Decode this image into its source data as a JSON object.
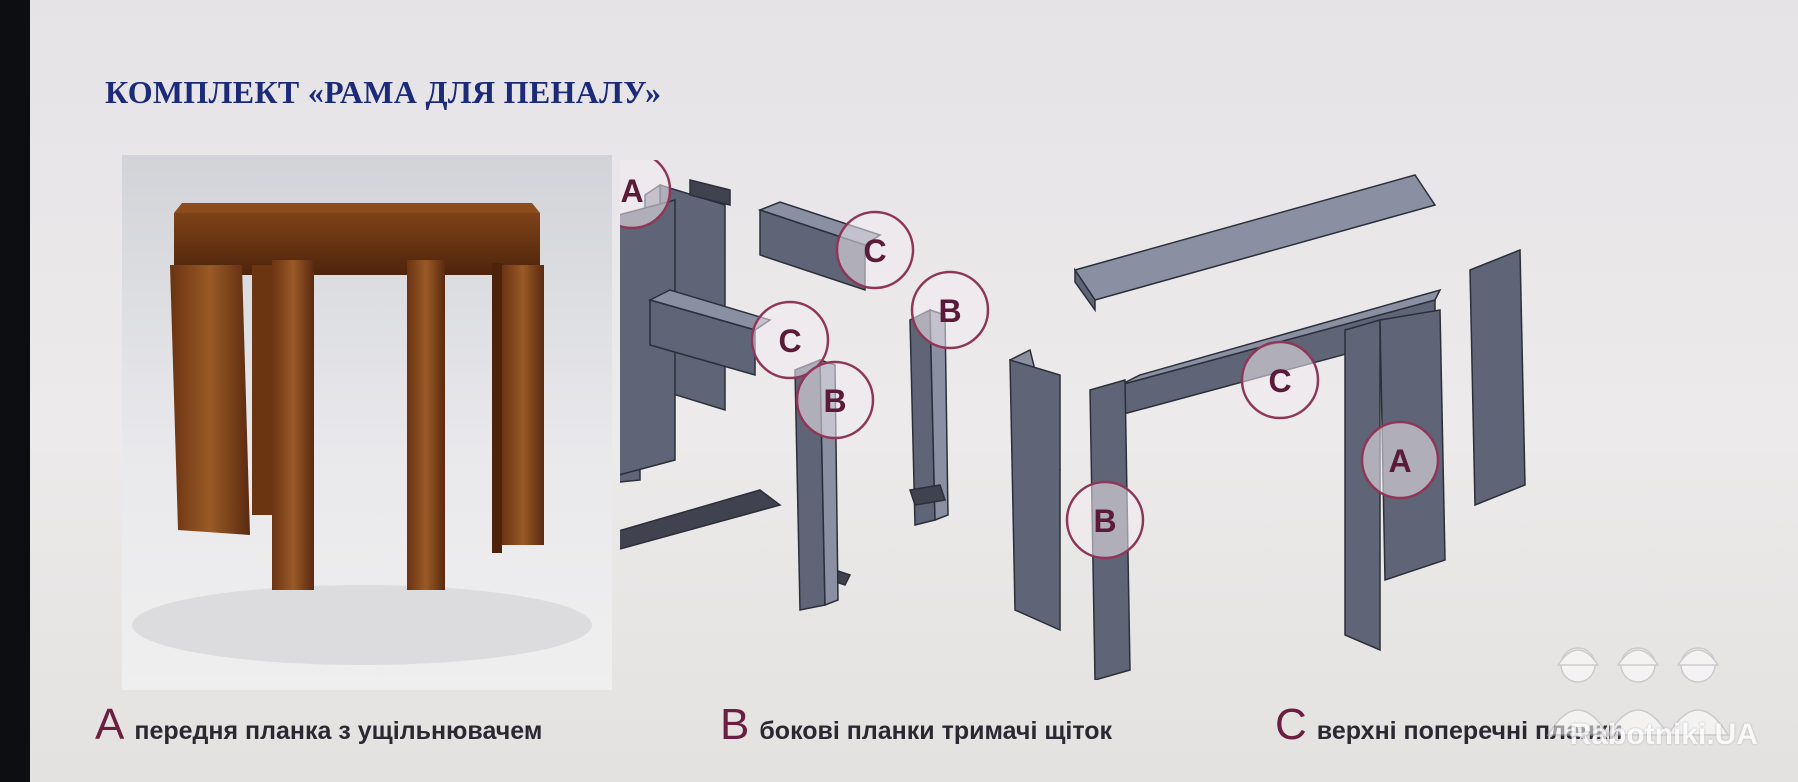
{
  "title": "КОМПЛЕКТ «РАМА ДЛЯ ПЕНАЛУ»",
  "callout_letters": {
    "a": "A",
    "b": "B",
    "c": "C"
  },
  "legend": [
    {
      "letter": "A",
      "text": "передня планка з ущільнювачем"
    },
    {
      "letter": "B",
      "text": "бокові планки тримачі щіток"
    },
    {
      "letter": "C",
      "text": "верхні поперечні планки"
    }
  ],
  "watermark": {
    "text": "Rabotniki.UA",
    "icon": "workers-helmets-logo"
  },
  "colors": {
    "title": "#1c2a7a",
    "legend_letter": "#6b1e3f",
    "callout": "#8f3658",
    "profile": "#5f6476"
  }
}
